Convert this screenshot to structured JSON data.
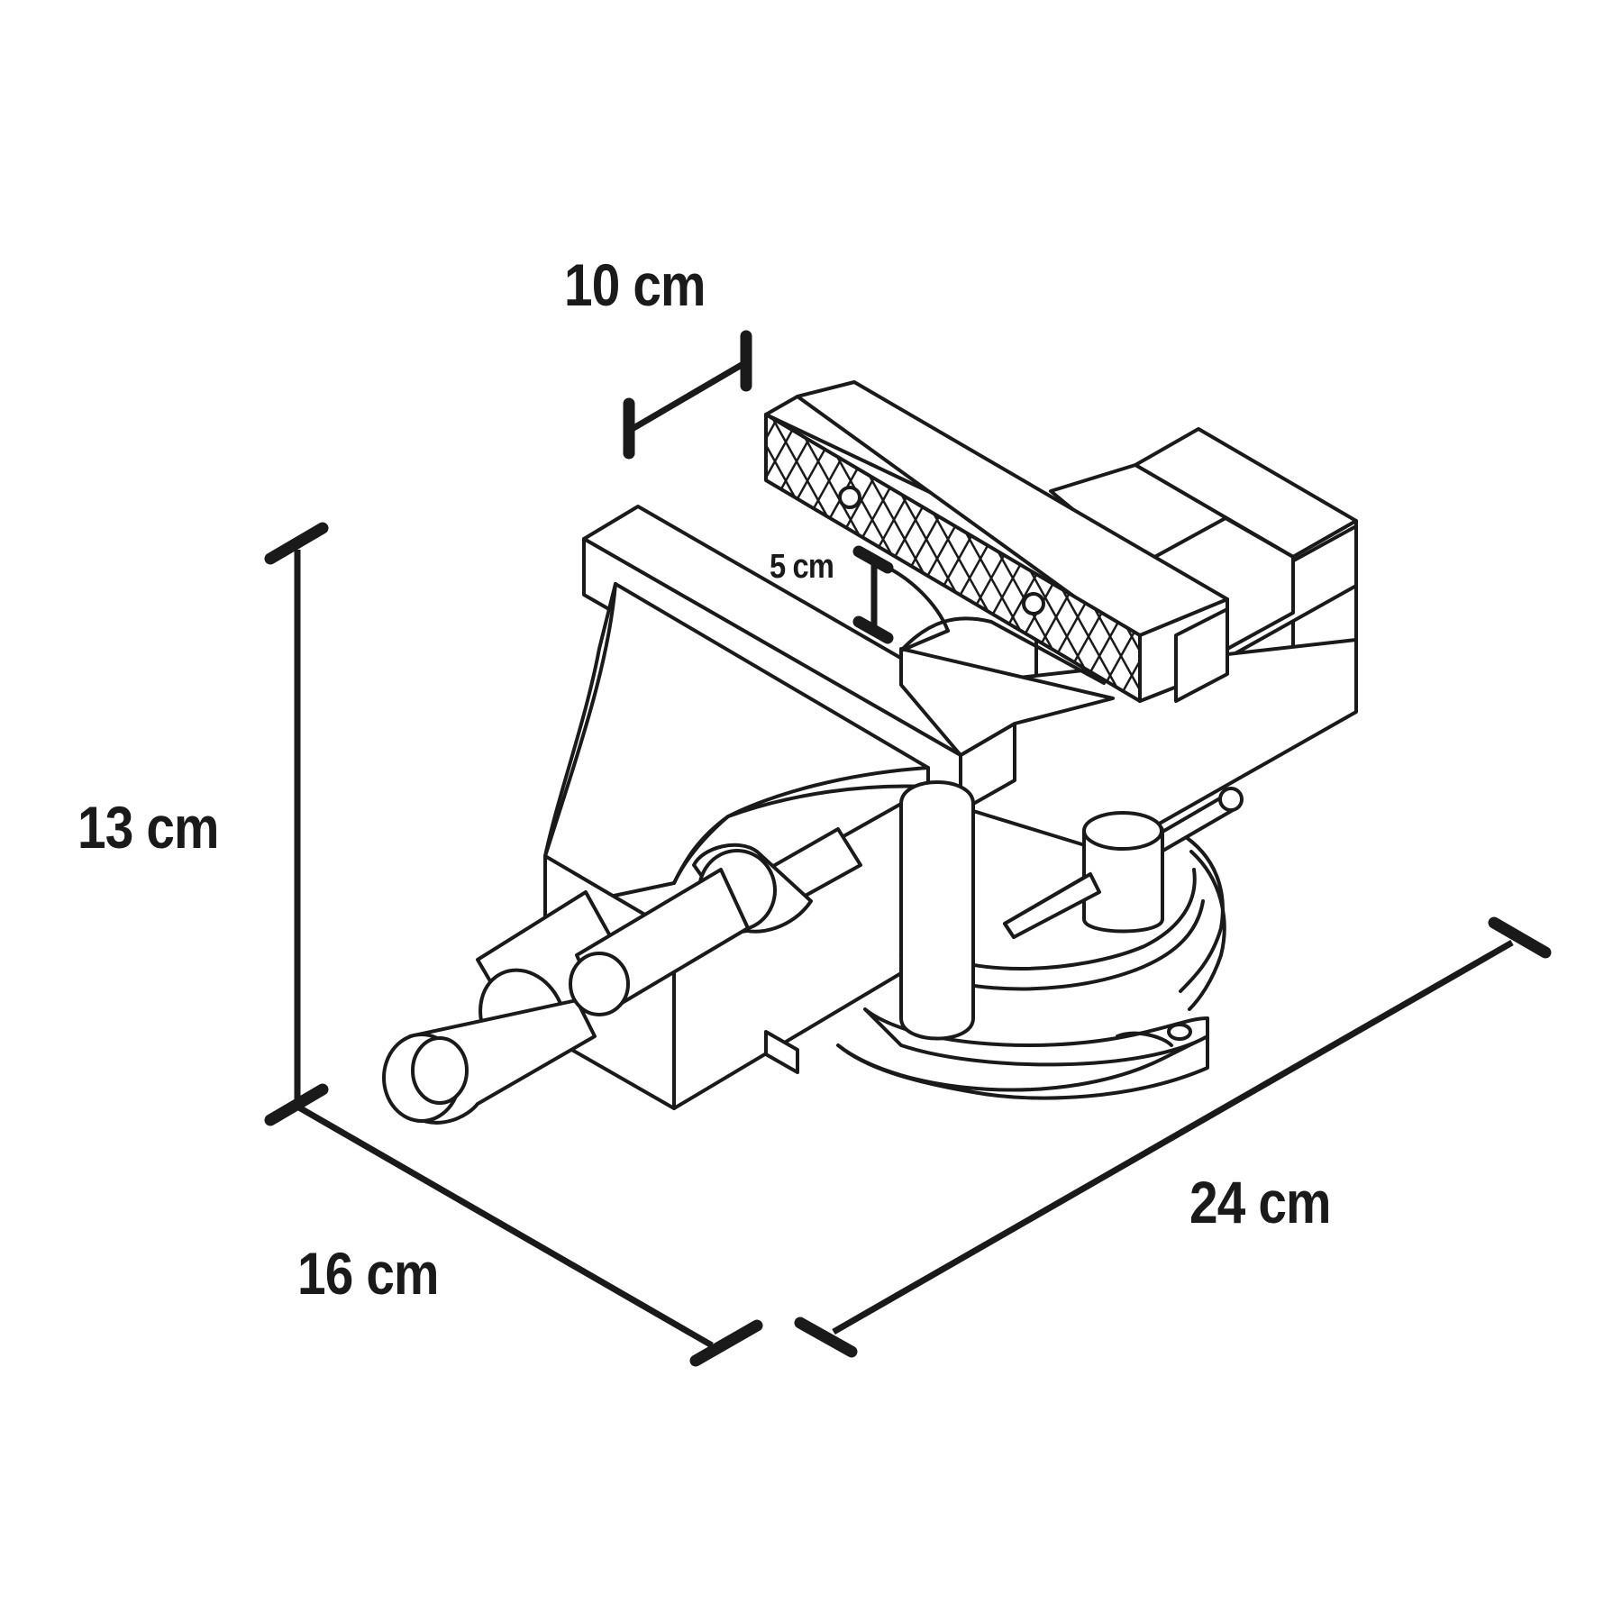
{
  "dimensions": {
    "width": "10 cm",
    "height": "13 cm",
    "depth": "16 cm",
    "length": "24 cm",
    "jaw_opening": "5 cm"
  },
  "colors": {
    "ink": "#1a1a1a",
    "background": "#ffffff"
  }
}
